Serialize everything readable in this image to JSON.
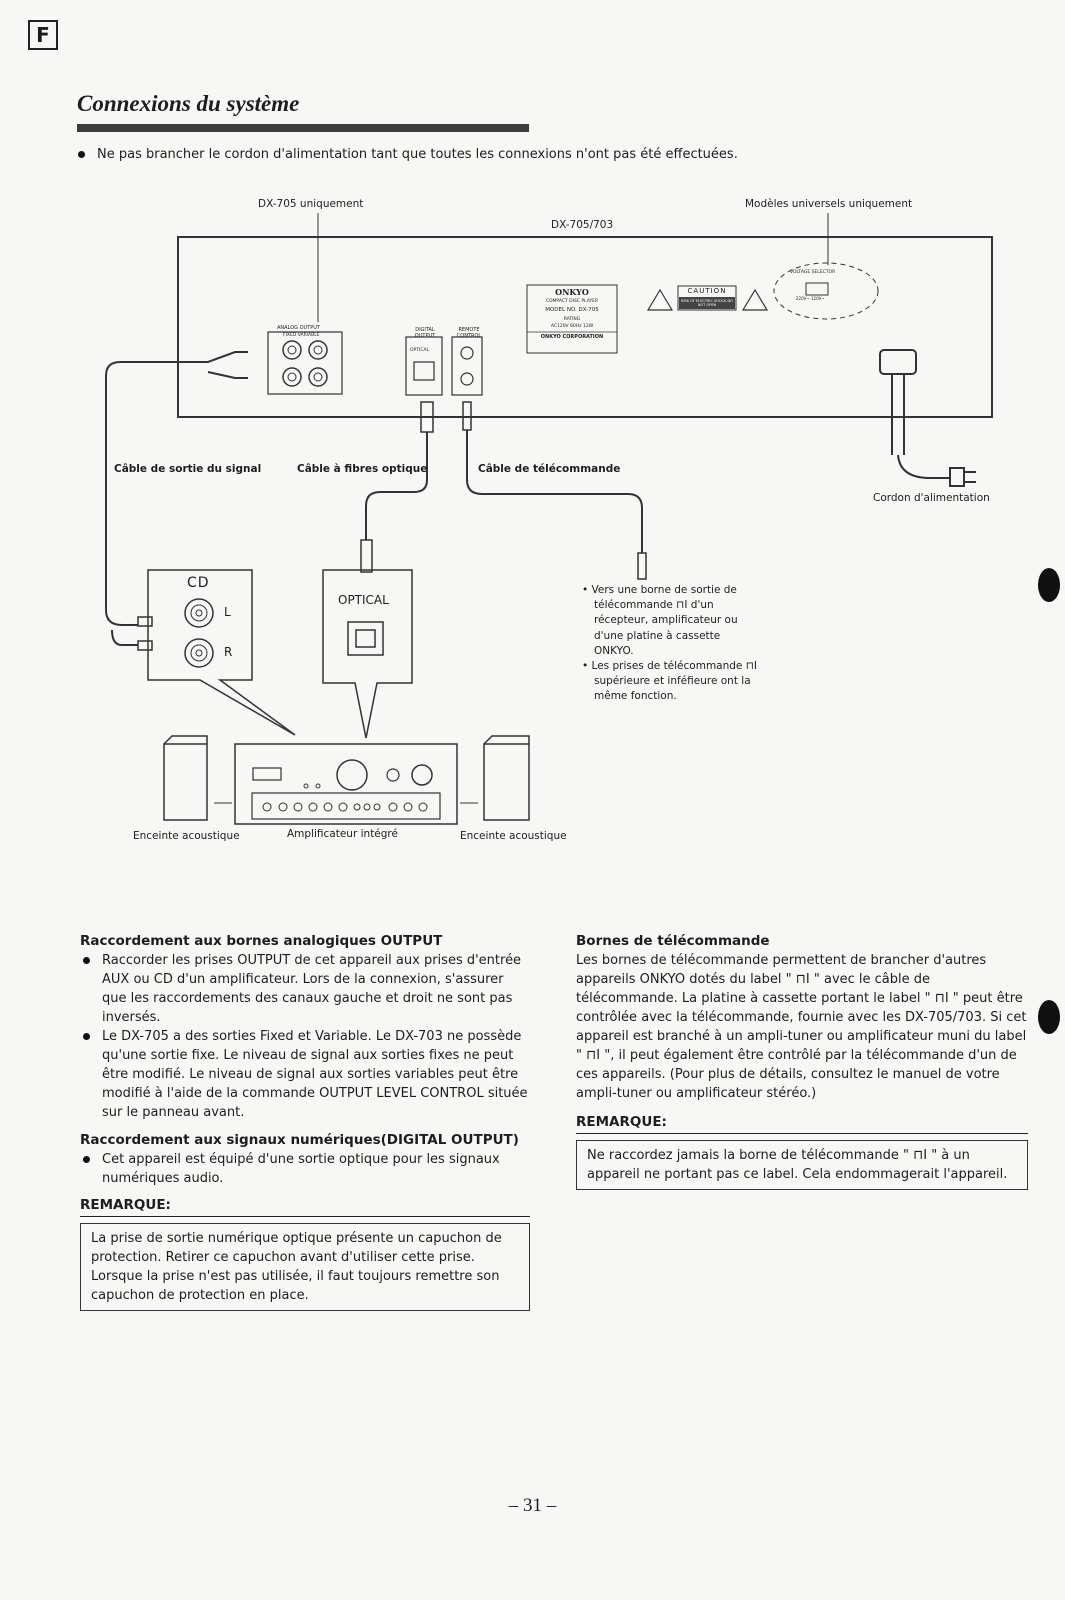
{
  "page": {
    "lang_badge": "F",
    "title": "Connexions du système",
    "intro": "Ne pas brancher le cordon d'alimentation tant que toutes les connexions n'ont pas été effectuées.",
    "page_number": "– 31 –"
  },
  "diagram": {
    "label_dx705_only": "DX-705 uniquement",
    "label_models": "DX-705/703",
    "label_universal": "Modèles universels uniquement",
    "label_signal_cable": "Câble de sortie du signal",
    "label_optical_cable": "Câble à fibres optique",
    "label_remote_cable": "Câble de télécommande",
    "label_power_cord": "Cordon d'alimentation",
    "label_cd": "CD",
    "label_l": "L",
    "label_r": "R",
    "label_optical": "OPTICAL",
    "label_speaker_left": "Enceinte acoustique",
    "label_amplifier": "Amplificateur intégré",
    "label_speaker_right": "Enceinte acoustique",
    "panel": {
      "analog_output": "ANALOG OUTPUT",
      "fixed_variable": "FIXED    VARIABLE",
      "digital_output": "DIGITAL OUTPUT",
      "optical_small": "OPTICAL",
      "remote_control": "REMOTE CONTROL",
      "brand": "ONKYO",
      "product": "COMPACT DISC PLAYER",
      "model": "MODEL NO. DX-705",
      "rating": "RATING",
      "power": "AC120V  60Hz  12W",
      "corp": "ONKYO CORPORATION",
      "caution": "CAUTION",
      "shock": "RISK OF ELECTRIC SHOCK DO NOT OPEN",
      "voltage_selector": "VOLTAGE SELECTOR",
      "voltages": "220V~    120V~"
    },
    "note_1": "• Vers une borne de sortie de télécommande ⊓I d'un récepteur, amplificateur ou d'une platine à cassette ONKYO.",
    "note_2": "• Les prises de télécommande ⊓I supérieure et inféfieure ont la même fonction."
  },
  "left_col": {
    "h1": "Raccordement aux bornes analogiques OUTPUT",
    "b1": "Raccorder les prises OUTPUT de cet appareil aux prises d'entrée AUX ou CD d'un amplificateur. Lors de la connexion, s'assurer que les raccordements des canaux gauche et droit ne sont pas inversés.",
    "b2": "Le DX-705 a des sorties Fixed et Variable. Le DX-703 ne possède qu'une sortie fixe. Le niveau de signal aux sorties fixes ne peut être modifié. Le niveau de signal aux sorties variables peut être modifié à l'aide de la commande OUTPUT LEVEL CONTROL située sur le panneau avant.",
    "h2": "Raccordement aux signaux numériques(DIGITAL OUTPUT)",
    "b3": "Cet appareil est équipé d'une sortie optique pour les signaux numériques audio.",
    "remark_h": "REMARQUE:",
    "remark": "La prise de sortie numérique optique présente un capuchon de protection. Retirer ce capuchon avant d'utiliser cette prise. Lorsque la prise n'est pas utilisée, il faut toujours remettre son capuchon de protection en place."
  },
  "right_col": {
    "h1": "Bornes de télécommande",
    "p1": "Les bornes de télécommande permettent de brancher d'autres appareils ONKYO dotés du label \" ⊓I \" avec le câble de télécommande. La platine à cassette portant le label \" ⊓I \" peut être contrôlée avec la télécommande, fournie avec les DX-705/703. Si cet appareil est branché à un ampli-tuner ou amplificateur muni du label \" ⊓I \", il peut également être contrôlé par la télécommande d'un de ces appareils. (Pour plus de détails, consultez le manuel de votre ampli-tuner ou amplificateur stéréo.)",
    "remark_h": "REMARQUE:",
    "remark": "Ne raccordez jamais la borne de télécommande \" ⊓I \" à un appareil ne portant pas ce label. Cela endommagerait l'appareil."
  }
}
